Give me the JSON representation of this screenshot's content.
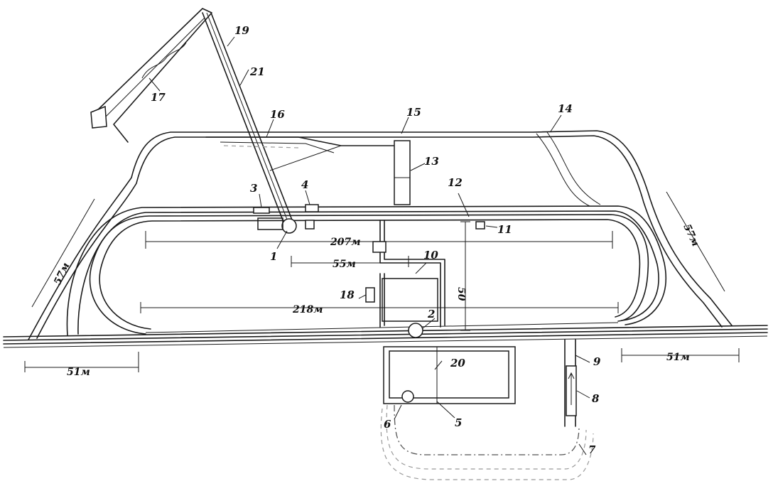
{
  "diagram": {
    "labels": [
      {
        "id": "1",
        "text": "1"
      },
      {
        "id": "2",
        "text": "2"
      },
      {
        "id": "3",
        "text": "3"
      },
      {
        "id": "4",
        "text": "4"
      },
      {
        "id": "5",
        "text": "5"
      },
      {
        "id": "6",
        "text": "6"
      },
      {
        "id": "7",
        "text": "7"
      },
      {
        "id": "8",
        "text": "8"
      },
      {
        "id": "9",
        "text": "9"
      },
      {
        "id": "10",
        "text": "10"
      },
      {
        "id": "11",
        "text": "11"
      },
      {
        "id": "12",
        "text": "12"
      },
      {
        "id": "13",
        "text": "13"
      },
      {
        "id": "14",
        "text": "14"
      },
      {
        "id": "15",
        "text": "15"
      },
      {
        "id": "16",
        "text": "16"
      },
      {
        "id": "17",
        "text": "17"
      },
      {
        "id": "18",
        "text": "18"
      },
      {
        "id": "19",
        "text": "19"
      },
      {
        "id": "20",
        "text": "20"
      },
      {
        "id": "21",
        "text": "21"
      }
    ],
    "dimensions": {
      "d207": "207м",
      "d55": "55м",
      "d218": "218м",
      "d50": "50",
      "d57_left": "57м",
      "d57_right": "57м",
      "d51_left": "51м",
      "d51_right": "51м"
    }
  }
}
